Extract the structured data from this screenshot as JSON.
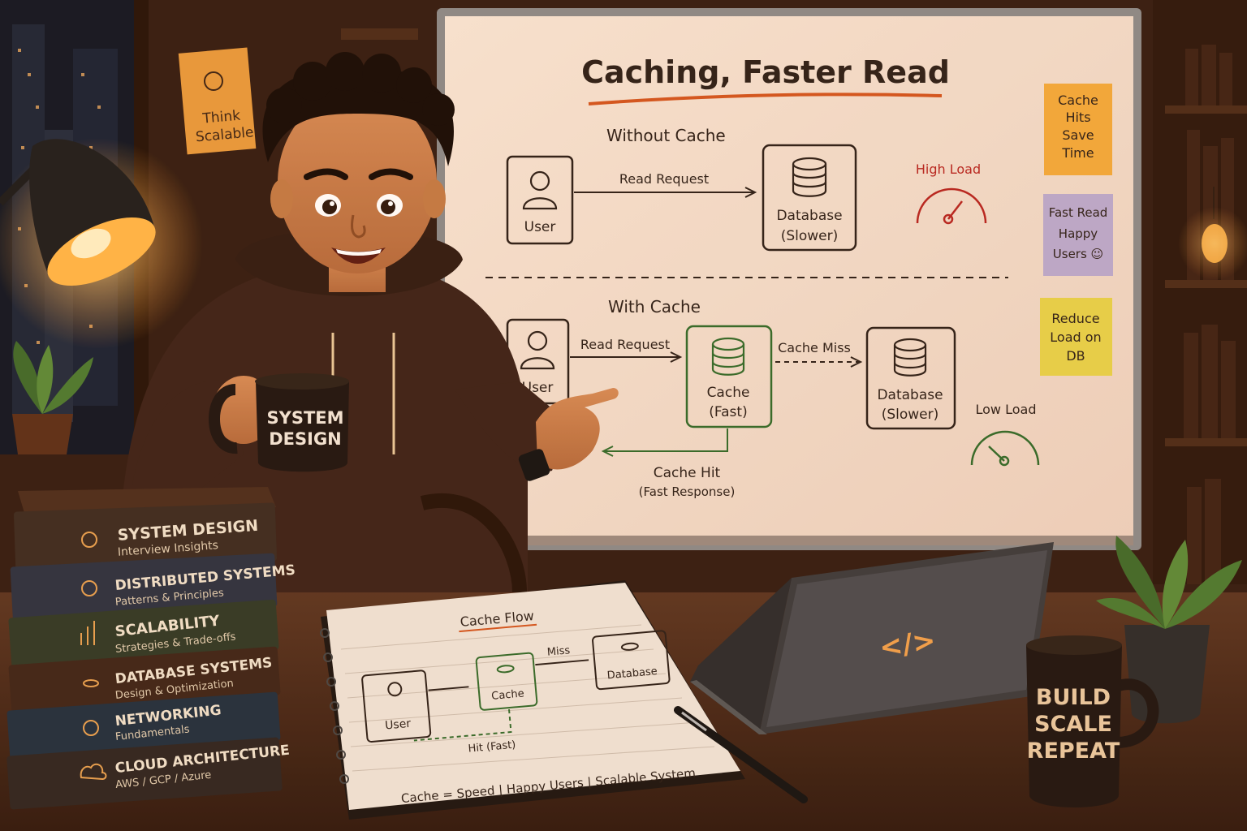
{
  "poster": {
    "line1": "Think",
    "line2": "Scalable"
  },
  "whiteboard": {
    "title": "Caching, Faster Read",
    "without_cache": {
      "heading": "Without Cache",
      "user_label": "User",
      "arrow_label": "Read Request",
      "db_line1": "Database",
      "db_line2": "(Slower)",
      "gauge_label": "High Load"
    },
    "with_cache": {
      "heading": "With Cache",
      "user_label": "User",
      "arrow_label": "Read Request",
      "cache_line1": "Cache",
      "cache_line2": "(Fast)",
      "miss_label": "Cache Miss",
      "db_line1": "Database",
      "db_line2": "(Slower)",
      "hit_line1": "Cache Hit",
      "hit_line2": "(Fast Response)",
      "gauge_label": "Low Load"
    },
    "notes": [
      {
        "lines": [
          "Cache",
          "Hits",
          "Save",
          "Time"
        ],
        "color": "#f2a93b"
      },
      {
        "lines": [
          "Fast Read",
          "Happy",
          "Users ☺"
        ],
        "color": "#b9a9cf"
      },
      {
        "lines": [
          "Reduce",
          "Load on",
          "DB"
        ],
        "color": "#e6d24a"
      }
    ]
  },
  "mug_left": {
    "line1": "SYSTEM",
    "line2": "DESIGN"
  },
  "books": [
    {
      "title": "SYSTEM DESIGN",
      "subtitle": "Interview Insights",
      "color": "#3a2a20"
    },
    {
      "title": "DISTRIBUTED SYSTEMS",
      "subtitle": "Patterns & Principles",
      "color": "#2a3040"
    },
    {
      "title": "SCALABILITY",
      "subtitle": "Strategies & Trade-offs",
      "color": "#2e3826"
    },
    {
      "title": "DATABASE SYSTEMS",
      "subtitle": "Design & Optimization",
      "color": "#3c2418"
    },
    {
      "title": "NETWORKING",
      "subtitle": "Fundamentals",
      "color": "#1e2e3e"
    },
    {
      "title": "CLOUD ARCHITECTURE",
      "subtitle": "AWS / GCP / Azure",
      "color": "#2c2420"
    }
  ],
  "notebook": {
    "title": "Cache Flow",
    "user_label": "User",
    "cache_label": "Cache",
    "db_label": "Database",
    "miss_label": "Miss",
    "hit_label": "Hit (Fast)",
    "footer": "Cache = Speed | Happy Users | Scalable System"
  },
  "laptop": {
    "logo": "</>"
  },
  "mug_right": {
    "line1": "BUILD",
    "line2": "SCALE",
    "line3": "REPEAT"
  }
}
